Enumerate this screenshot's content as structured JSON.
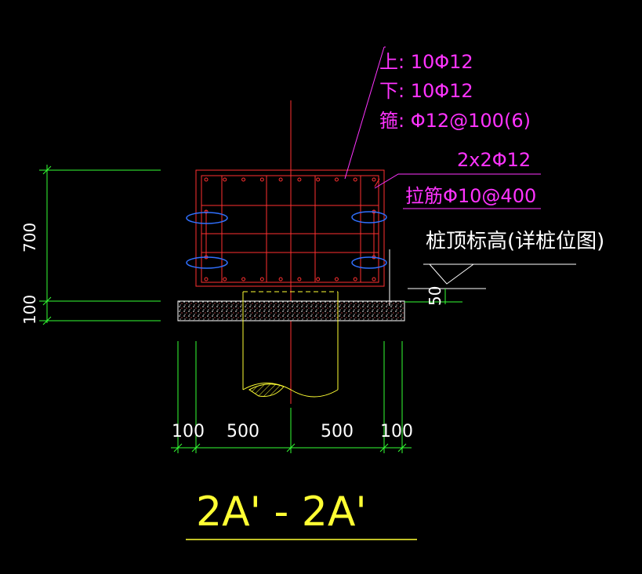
{
  "drawing": {
    "title": "2A' - 2A'",
    "rebar": {
      "top": "上:   10Φ12",
      "bottom": "下:   10Φ12",
      "stirrup": "箍:    Φ12@100(6)",
      "side_bars": "2x2Φ12",
      "tie_bars": "拉筋Φ10@400"
    },
    "pile_top_note": "桩顶标高(详桩位图)",
    "elevation_offset": "50",
    "dims": {
      "height_upper": "700",
      "height_lower": "100",
      "bottom": [
        "100",
        "500",
        "500",
        "100"
      ]
    },
    "colors": {
      "background": "#000000",
      "outline": "#ff3030",
      "dimension": "#33ff33",
      "leader": "#ff33ff",
      "label": "#ffffff",
      "title": "#ffff33",
      "pile": "#ffff33",
      "stirrup_mark": "#3070ff"
    }
  }
}
